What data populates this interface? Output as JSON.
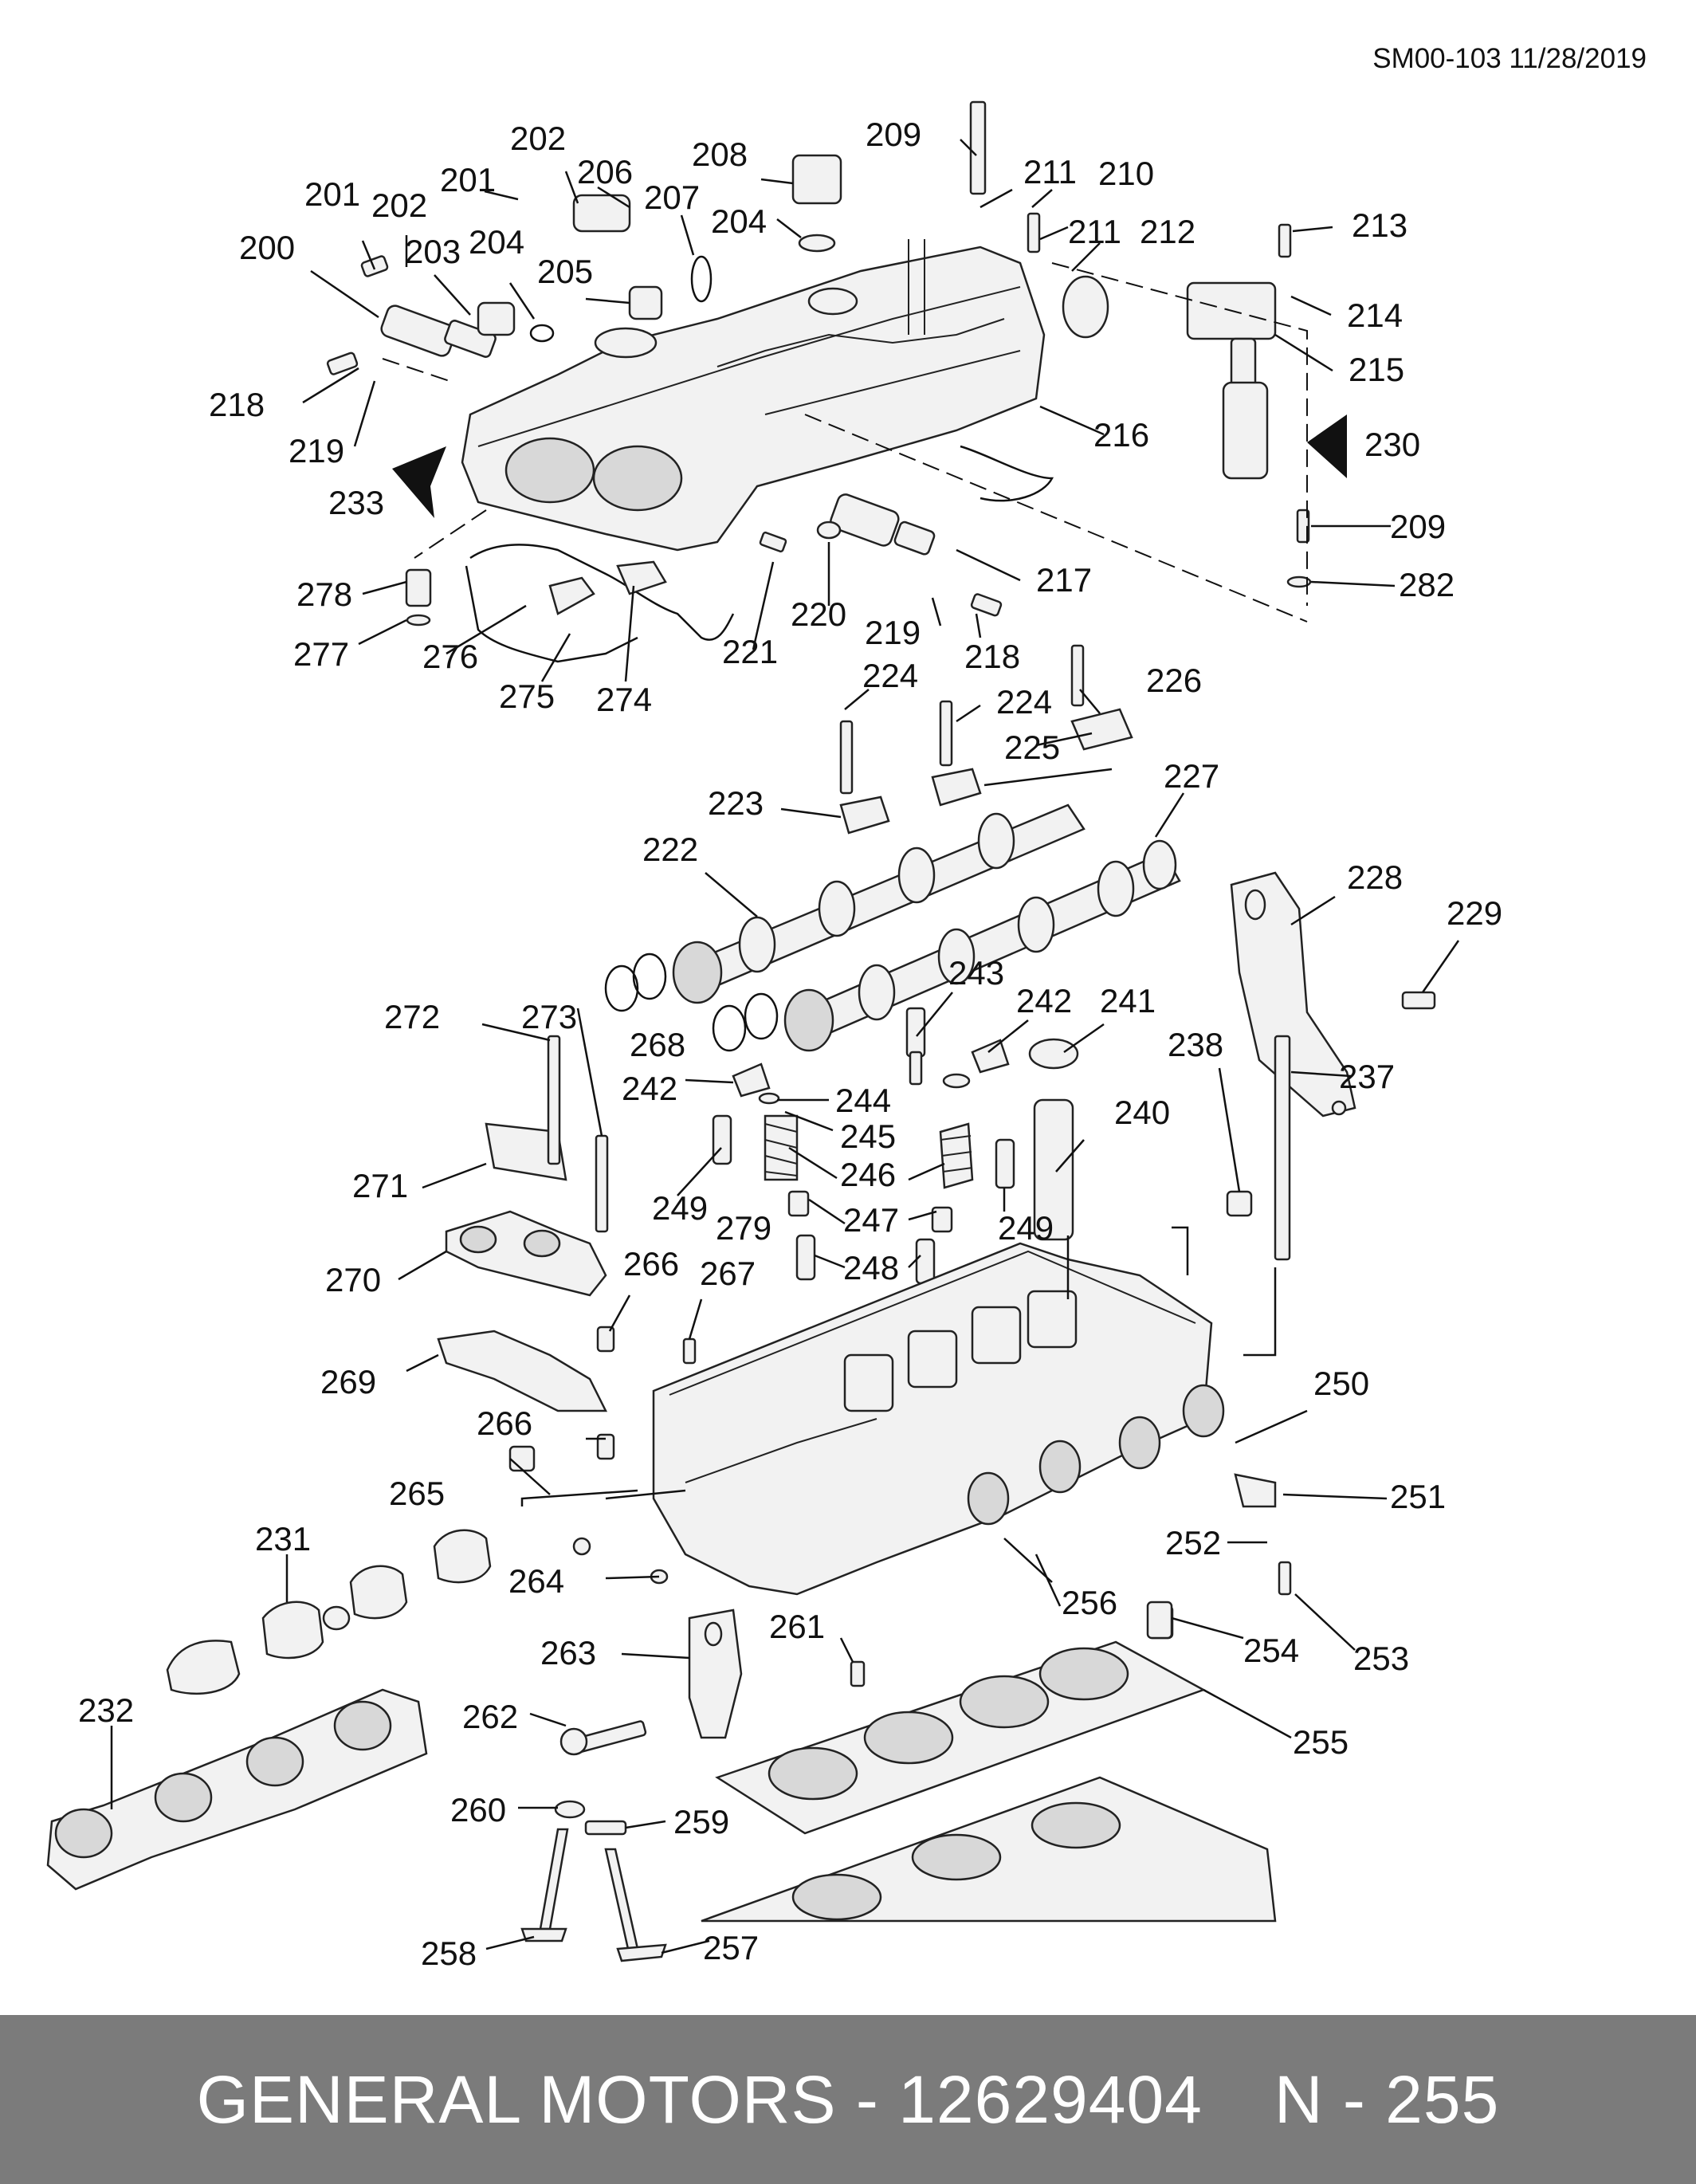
{
  "header": {
    "reference": "SM00-103 11/28/2019"
  },
  "footer": {
    "brand": "GENERAL MOTORS",
    "separator": "-",
    "part_number": "12629404",
    "page": "N - 255"
  },
  "callouts": {
    "c200": "200",
    "c201": "201",
    "c202a": "202",
    "c202b": "202",
    "c203": "203",
    "c204a": "204",
    "c204b": "204",
    "c205": "205",
    "c206": "206",
    "c207": "207",
    "c208": "208",
    "c209a": "209",
    "c209b": "209",
    "c210": "210",
    "c211a": "211",
    "c211b": "211",
    "c212": "212",
    "c213": "213",
    "c214": "214",
    "c215": "215",
    "c216": "216",
    "c217": "217",
    "c218a": "218",
    "c218b": "218",
    "c219a": "219",
    "c219b": "219",
    "c220": "220",
    "c221": "221",
    "c222": "222",
    "c223": "223",
    "c224a": "224",
    "c224b": "224",
    "c225": "225",
    "c226": "226",
    "c227": "227",
    "c228": "228",
    "c229": "229",
    "c230": "230",
    "c231": "231",
    "c232": "232",
    "c233": "233",
    "c237": "237",
    "c238": "238",
    "c240": "240",
    "c241": "241",
    "c242a": "242",
    "c242b": "242",
    "c243": "243",
    "c244": "244",
    "c245": "245",
    "c246": "246",
    "c247": "247",
    "c248": "248",
    "c249a": "249",
    "c249b": "249",
    "c250": "250",
    "c251": "251",
    "c252": "252",
    "c253": "253",
    "c254": "254",
    "c255": "255",
    "c256": "256",
    "c257": "257",
    "c258": "258",
    "c259": "259",
    "c260": "260",
    "c261": "261",
    "c262": "262",
    "c263": "263",
    "c264": "264",
    "c265": "265",
    "c266a": "266",
    "c266b": "266",
    "c267": "267",
    "c268": "268",
    "c269": "269",
    "c270": "270",
    "c271": "271",
    "c272": "272",
    "c273": "273",
    "c274": "274",
    "c275": "275",
    "c276": "276",
    "c277": "277",
    "c278": "278",
    "c279": "279",
    "c282": "282"
  }
}
